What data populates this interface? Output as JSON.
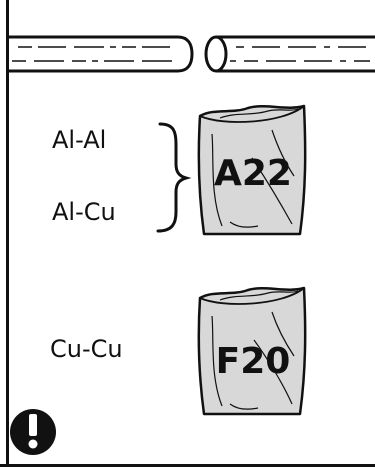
{
  "labels": {
    "al_al": "Al-Al",
    "al_cu": "Al-Cu",
    "cu_cu": "Cu-Cu"
  },
  "bags": {
    "top": "A22",
    "bottom": "F20"
  },
  "icons": {
    "bracket": "curly-brace-icon",
    "warning": "exclamation-circle-icon",
    "cable_left": "cable-end-icon",
    "cable_right": "cable-end-icon"
  }
}
